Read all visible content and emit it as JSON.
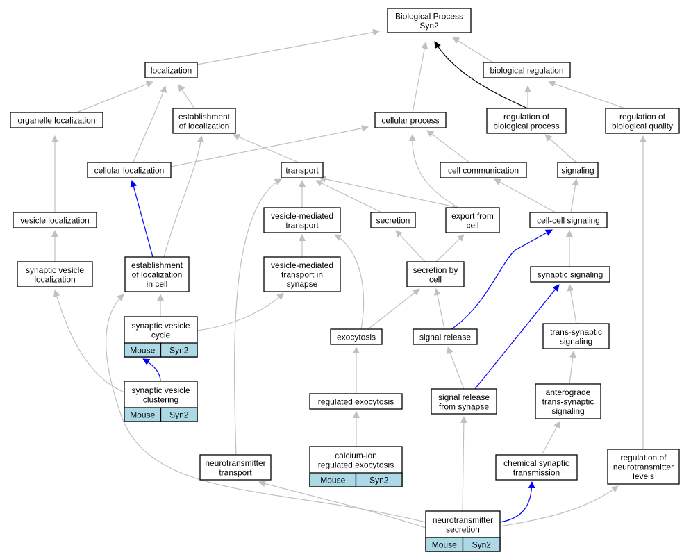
{
  "diagram": {
    "colors": {
      "background": "#ffffff",
      "edge_default": "#c0c0c0",
      "edge_regulates": "#0000ff",
      "edge_primary": "#000000",
      "annotation_fill": "#add8e6"
    },
    "nodes": [
      {
        "id": "bp",
        "lines": [
          "Biological Process",
          "Syn2"
        ]
      },
      {
        "id": "localization",
        "lines": [
          "localization"
        ]
      },
      {
        "id": "bioreg",
        "lines": [
          "biological regulation"
        ]
      },
      {
        "id": "organelle_loc",
        "lines": [
          "organelle localization"
        ]
      },
      {
        "id": "estab_loc",
        "lines": [
          "establishment",
          "of localization"
        ]
      },
      {
        "id": "cellular_process",
        "lines": [
          "cellular process"
        ]
      },
      {
        "id": "reg_bioproc",
        "lines": [
          "regulation of",
          "biological process"
        ]
      },
      {
        "id": "reg_bioqual",
        "lines": [
          "regulation of",
          "biological quality"
        ]
      },
      {
        "id": "cellular_loc",
        "lines": [
          "cellular localization"
        ]
      },
      {
        "id": "transport",
        "lines": [
          "transport"
        ]
      },
      {
        "id": "cell_comm",
        "lines": [
          "cell communication"
        ]
      },
      {
        "id": "signaling",
        "lines": [
          "signaling"
        ]
      },
      {
        "id": "vesicle_loc",
        "lines": [
          "vesicle localization"
        ]
      },
      {
        "id": "vm_transport",
        "lines": [
          "vesicle-mediated",
          "transport"
        ]
      },
      {
        "id": "secretion",
        "lines": [
          "secretion"
        ]
      },
      {
        "id": "export_cell",
        "lines": [
          "export from",
          "cell"
        ]
      },
      {
        "id": "cc_signaling",
        "lines": [
          "cell-cell signaling"
        ]
      },
      {
        "id": "syn_ves_loc",
        "lines": [
          "synaptic vesicle",
          "localization"
        ]
      },
      {
        "id": "estab_loc_cell",
        "lines": [
          "establishment",
          "of localization",
          "in cell"
        ]
      },
      {
        "id": "vm_transport_syn",
        "lines": [
          "vesicle-mediated",
          "transport in",
          "synapse"
        ]
      },
      {
        "id": "secretion_cell",
        "lines": [
          "secretion by",
          "cell"
        ]
      },
      {
        "id": "syn_signaling",
        "lines": [
          "synaptic signaling"
        ]
      },
      {
        "id": "syn_ves_cycle",
        "lines": [
          "synaptic vesicle",
          "cycle"
        ],
        "annotations": [
          "Mouse",
          "Syn2"
        ]
      },
      {
        "id": "exocytosis",
        "lines": [
          "exocytosis"
        ]
      },
      {
        "id": "signal_release",
        "lines": [
          "signal release"
        ]
      },
      {
        "id": "trans_syn_sig",
        "lines": [
          "trans-synaptic",
          "signaling"
        ]
      },
      {
        "id": "syn_ves_clust",
        "lines": [
          "synaptic vesicle",
          "clustering"
        ],
        "annotations": [
          "Mouse",
          "Syn2"
        ]
      },
      {
        "id": "reg_exocytosis",
        "lines": [
          "regulated exocytosis"
        ]
      },
      {
        "id": "sig_rel_syn",
        "lines": [
          "signal release",
          "from synapse"
        ]
      },
      {
        "id": "antero",
        "lines": [
          "anterograde",
          "trans-synaptic",
          "signaling"
        ]
      },
      {
        "id": "ca_exocytosis",
        "lines": [
          "calcium-ion",
          "regulated exocytosis"
        ],
        "annotations": [
          "Mouse",
          "Syn2"
        ]
      },
      {
        "id": "nt_transport",
        "lines": [
          "neurotransmitter",
          "transport"
        ]
      },
      {
        "id": "chem_syn",
        "lines": [
          "chemical synaptic",
          "transmission"
        ]
      },
      {
        "id": "reg_nt_levels",
        "lines": [
          "regulation of",
          "neurotransmitter",
          "levels"
        ]
      },
      {
        "id": "nt_secretion",
        "lines": [
          "neurotransmitter",
          "secretion"
        ],
        "annotations": [
          "Mouse",
          "Syn2"
        ]
      }
    ]
  }
}
